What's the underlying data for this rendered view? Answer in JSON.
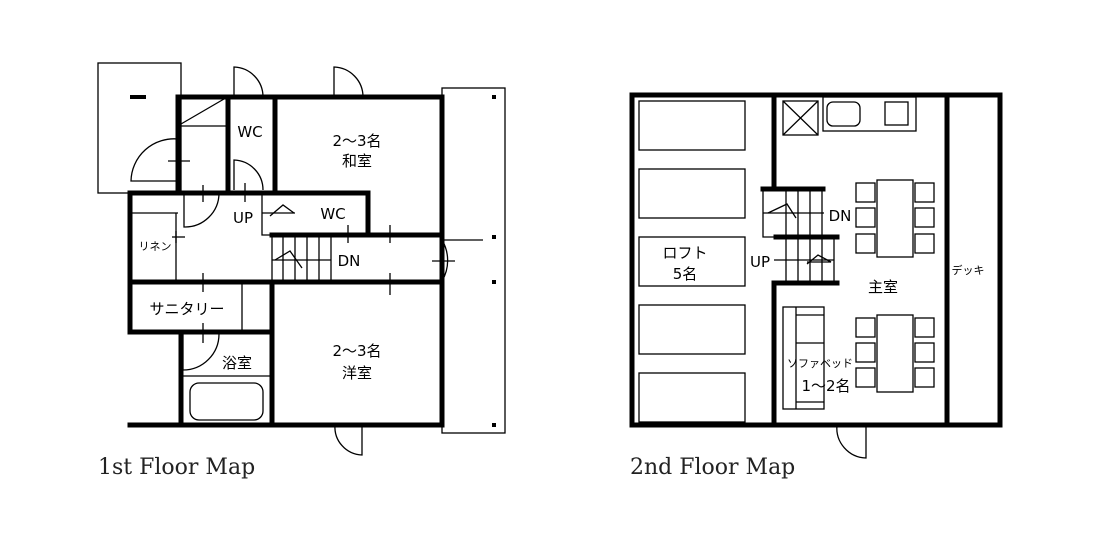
{
  "floor1": {
    "caption": "1st Floor Map",
    "labels": {
      "wc_top": "WC",
      "washitsu_capacity": "2〜3名",
      "washitsu": "和室",
      "up": "UP",
      "wc_mid": "WC",
      "linen": "リネン",
      "dn": "DN",
      "sanitary": "サニタリー",
      "bath": "浴室",
      "yoshitsu_capacity": "2〜3名",
      "yoshitsu": "洋室"
    }
  },
  "floor2": {
    "caption": "2nd Floor Map",
    "labels": {
      "loft": "ロフト",
      "loft_capacity": "5名",
      "up": "UP",
      "dn": "DN",
      "main_room": "主室",
      "deck": "デッキ",
      "sofabed": "ソファベッド",
      "sofabed_capacity": "1〜2名"
    }
  }
}
